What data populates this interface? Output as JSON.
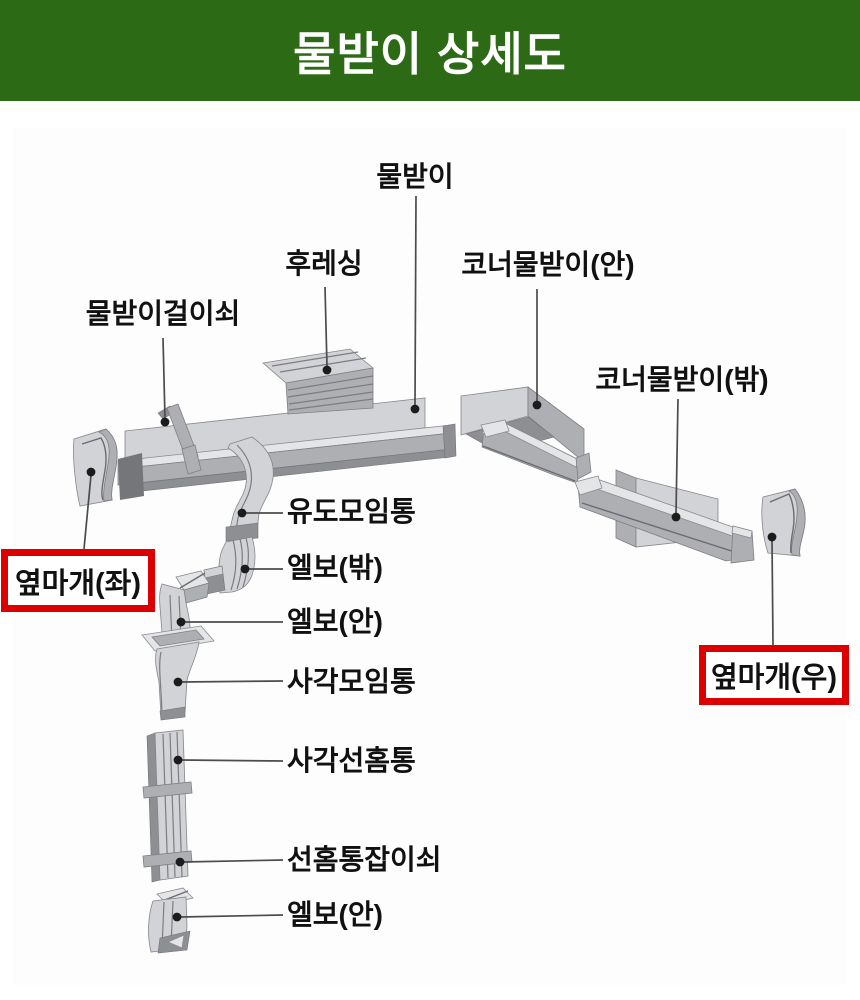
{
  "header": {
    "title": "물받이 상세도"
  },
  "colors": {
    "header_green": "#2d6a15",
    "highlight_red": "#dd0000",
    "label_black": "#111111",
    "part_gray": "#d2d3d6"
  },
  "diagram": {
    "labels": {
      "gutter": "물받이",
      "flashing": "후레싱",
      "corner_gutter_inner": "코너물받이(안)",
      "gutter_hanger": "물받이걸이쇠",
      "corner_gutter_outer": "코너물받이(밖)",
      "side_cap_left": "옆마개(좌)",
      "funnel_box": "유도모임통",
      "elbow_outer": "엘보(밖)",
      "elbow_inner": "엘보(안)",
      "square_funnel_box": "사각모임통",
      "square_downspout": "사각선홈통",
      "downspout_bracket": "선홈통잡이쇠",
      "elbow_inner_bottom": "엘보(안)",
      "side_cap_right": "옆마개(우)"
    }
  }
}
